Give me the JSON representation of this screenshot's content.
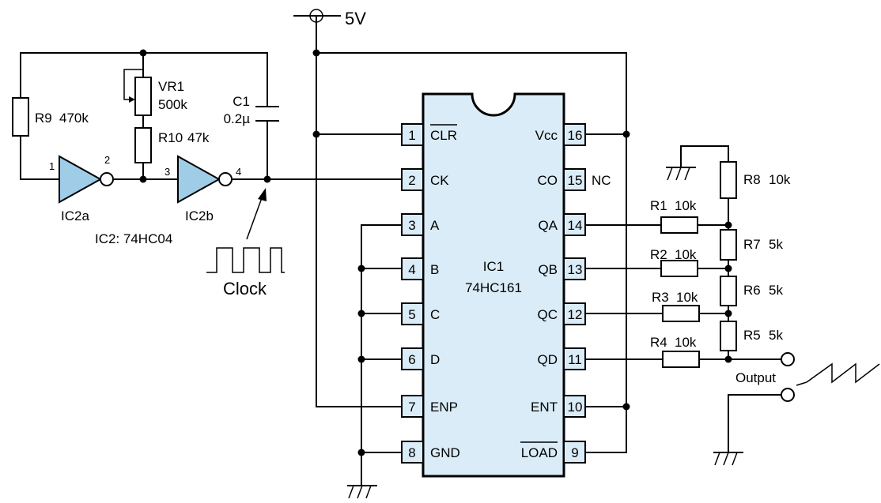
{
  "supply": {
    "label": "5V"
  },
  "ic1": {
    "name": "IC1",
    "part": "74HC161",
    "left_pins": [
      {
        "num": "1",
        "name": "CLR"
      },
      {
        "num": "2",
        "name": "CK"
      },
      {
        "num": "3",
        "name": "A"
      },
      {
        "num": "4",
        "name": "B"
      },
      {
        "num": "5",
        "name": "C"
      },
      {
        "num": "6",
        "name": "D"
      },
      {
        "num": "7",
        "name": "ENP"
      },
      {
        "num": "8",
        "name": "GND"
      }
    ],
    "right_pins": [
      {
        "num": "16",
        "name": "Vcc"
      },
      {
        "num": "15",
        "name": "CO"
      },
      {
        "num": "14",
        "name": "QA"
      },
      {
        "num": "13",
        "name": "QB"
      },
      {
        "num": "12",
        "name": "QC"
      },
      {
        "num": "11",
        "name": "QD"
      },
      {
        "num": "10",
        "name": "ENT"
      },
      {
        "num": "9",
        "name": "LOAD"
      }
    ],
    "nc_label": "NC"
  },
  "ic2": {
    "label": "IC2: 74HC04",
    "gate_a": {
      "name": "IC2a",
      "in_pin": "1",
      "out_pin": "2"
    },
    "gate_b": {
      "name": "IC2b",
      "in_pin": "3",
      "out_pin": "4"
    }
  },
  "components": {
    "r9": {
      "name": "R9",
      "value": "470k"
    },
    "vr1": {
      "name": "VR1",
      "value": "500k"
    },
    "r10": {
      "name": "R10",
      "value": "47k"
    },
    "c1": {
      "name": "C1",
      "value": "0.2µ"
    },
    "r1": {
      "name": "R1",
      "value": "10k"
    },
    "r2": {
      "name": "R2",
      "value": "10k"
    },
    "r3": {
      "name": "R3",
      "value": "10k"
    },
    "r4": {
      "name": "R4",
      "value": "10k"
    },
    "r5": {
      "name": "R5",
      "value": "5k"
    },
    "r6": {
      "name": "R6",
      "value": "5k"
    },
    "r7": {
      "name": "R7",
      "value": "5k"
    },
    "r8": {
      "name": "R8",
      "value": "10k"
    }
  },
  "clock": {
    "label": "Clock"
  },
  "output": {
    "label": "Output"
  }
}
